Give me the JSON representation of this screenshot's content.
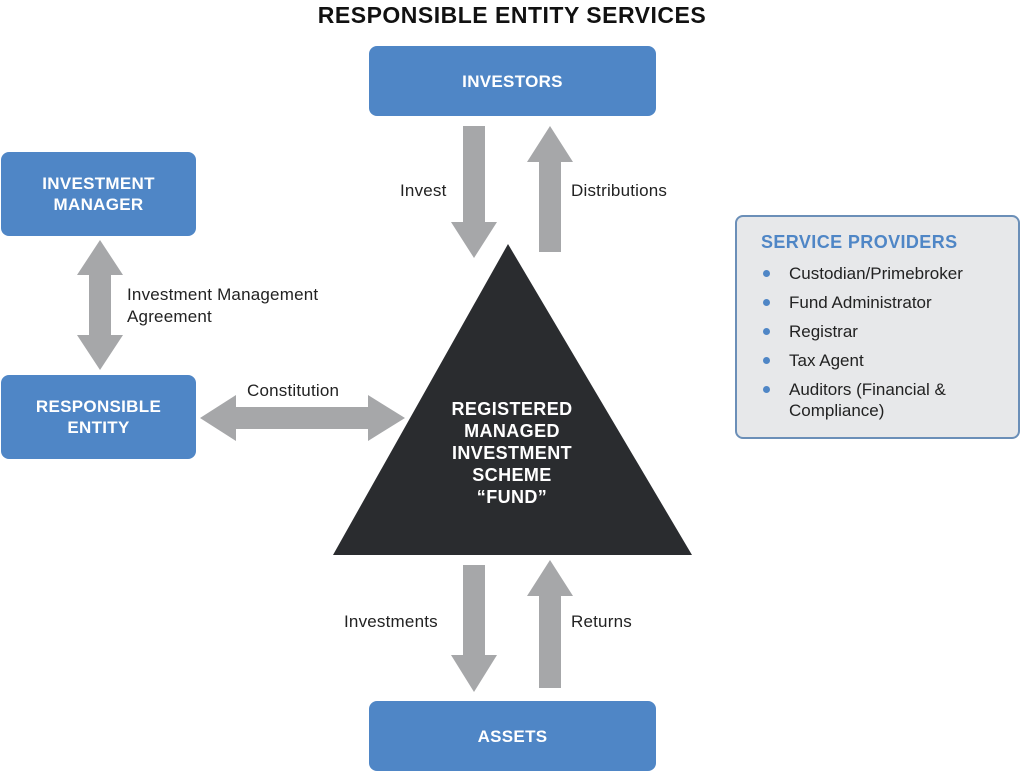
{
  "title": "RESPONSIBLE ENTITY SERVICES",
  "colors": {
    "box_blue": "#4f86c6",
    "arrow_gray": "#a6a7a9",
    "triangle": "#2a2c2f",
    "panel_bg": "#e7e8ea",
    "panel_border": "#6b8fb8"
  },
  "nodes": {
    "investors": "INVESTORS",
    "investment_manager": [
      "INVESTMENT",
      "MANAGER"
    ],
    "responsible_entity": [
      "RESPONSIBLE",
      "ENTITY"
    ],
    "assets": "ASSETS",
    "fund": [
      "REGISTERED",
      "MANAGED",
      "INVESTMENT",
      "SCHEME",
      "“FUND”"
    ]
  },
  "flows": {
    "invest": "Invest",
    "distributions": "Distributions",
    "ima": [
      "Investment Management",
      "Agreement"
    ],
    "constitution": "Constitution",
    "investments": "Investments",
    "returns": "Returns"
  },
  "service_providers": {
    "title": "SERVICE PROVIDERS",
    "items": [
      "Custodian/Primebroker",
      "Fund Administrator",
      "Registrar",
      "Tax Agent",
      "Auditors (Financial & Compliance)"
    ]
  }
}
